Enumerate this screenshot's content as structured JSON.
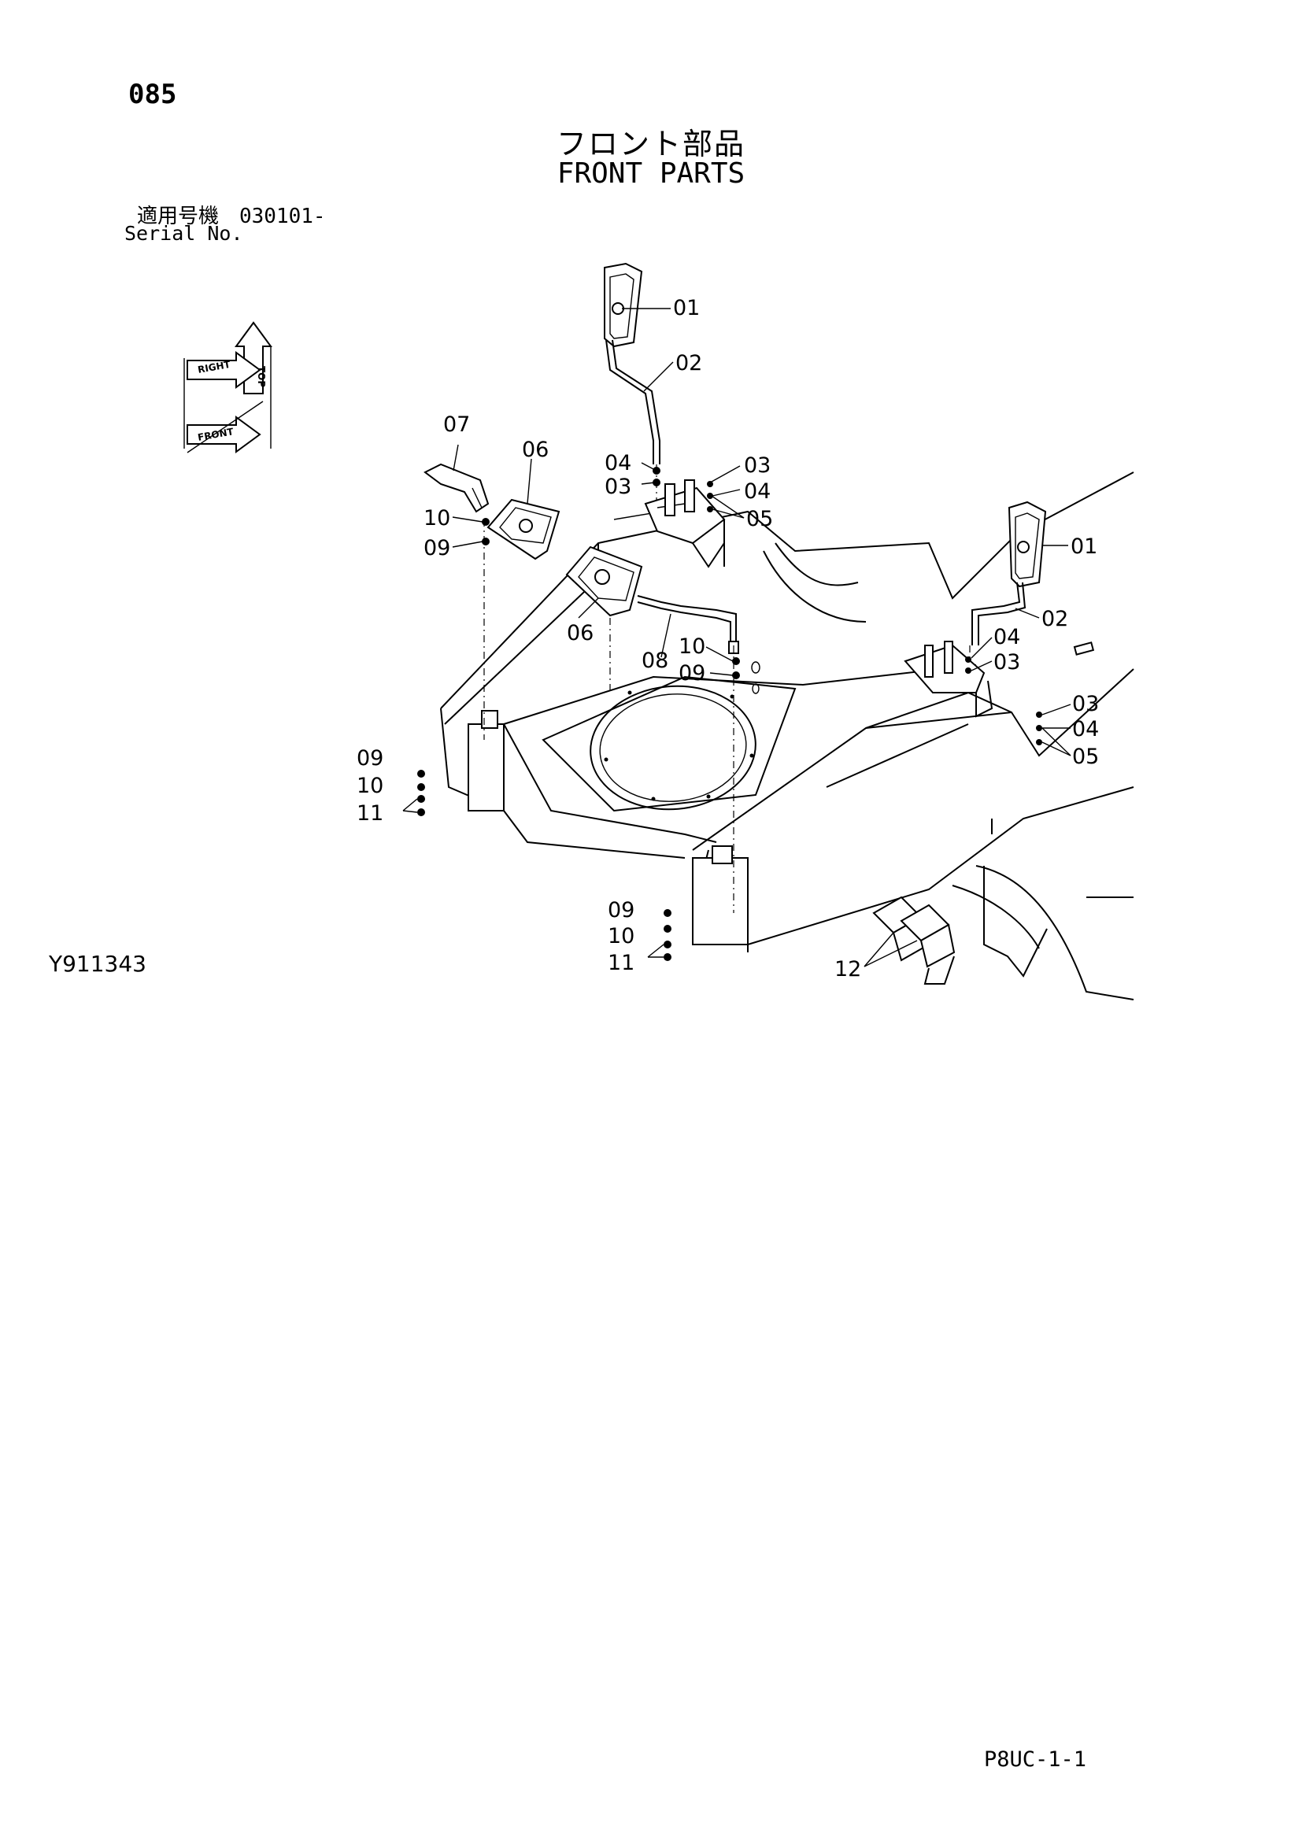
{
  "header": {
    "page_number": "085",
    "title_jp": "フロント部品",
    "title_en": "FRONT PARTS",
    "serial_jp": "適用号機　030101-",
    "serial_en": "Serial No."
  },
  "orientation": {
    "front": "FRONT",
    "right": "RIGHT",
    "top": "TOP"
  },
  "callouts": {
    "c01a": "01",
    "c02a": "02",
    "c04a": "04",
    "c03a": "03",
    "c03b": "03",
    "c04b": "04",
    "c05a": "05",
    "c07": "07",
    "c06a": "06",
    "c10a": "10",
    "c09a": "09",
    "c06b": "06",
    "c08": "08",
    "c10b": "10",
    "c09b": "09",
    "c01b": "01",
    "c02b": "02",
    "c04c": "04",
    "c03c": "03",
    "c03d": "03",
    "c04d": "04",
    "c05b": "05",
    "c09c": "09",
    "c10c": "10",
    "c11a": "11",
    "c09d": "09",
    "c10d": "10",
    "c11b": "11",
    "c12": "12"
  },
  "footer": {
    "drawing_no": "Y911343",
    "page_code": "P8UC-1-1"
  }
}
